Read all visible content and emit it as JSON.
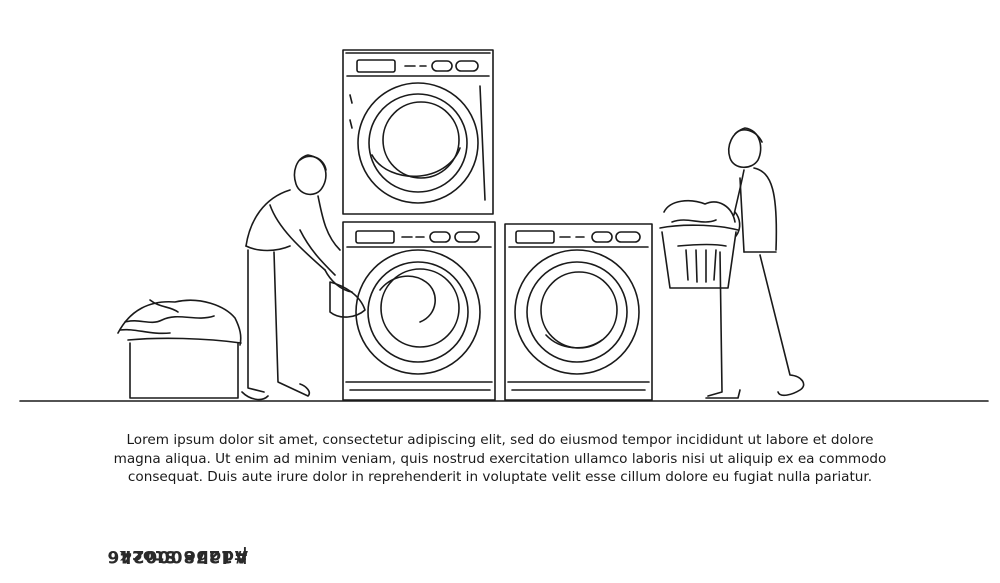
{
  "caption": {
    "line1": "Lorem ipsum dolor sit amet, consectetur adipiscing elit, sed do eiusmod tempor incididunt ut labore et dolore",
    "line2": "magna aliqua. Ut enim ad minim veniam, quis nostrud exercitation ullamco laboris nisi ut aliquip ex ea commodo",
    "line3": "consequat. Duis aute irure dolor in reprehenderit in voluptate velit esse cillum dolore eu fugiat nulla pariatur."
  },
  "watermark": {
    "source": "Adobe Stock",
    "id": "#1278000246"
  },
  "colors": {
    "line": "#1a1a1a",
    "background": "#ffffff"
  }
}
